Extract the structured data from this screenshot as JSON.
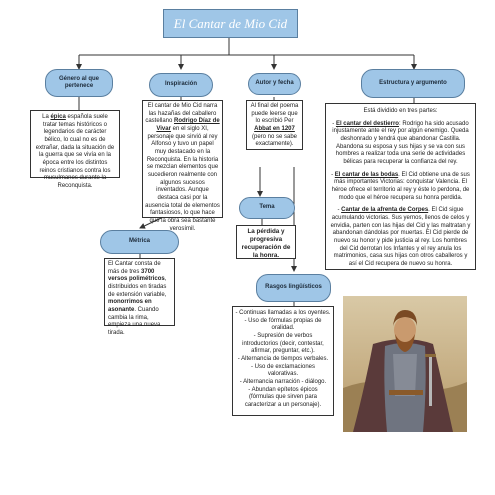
{
  "title": "El Cantar de Mio Cid",
  "nodes": {
    "genero": "Género al que pertenece",
    "inspiracion": "Inspiración",
    "autor": "Autor y  fecha",
    "estructura": "Estructura y argumento",
    "tema": "Tema",
    "metrica": "Métrica",
    "rasgos": "Rasgos lingüísticos"
  },
  "genero_text": {
    "pre": "La ",
    "bold": "épica",
    "post": " española suele tratar temas históricos o legendarios de carácter bélico, lo cual no es de extrañar, dada la situación de la guerra que se vivía en la época entre los distintos reinos cristianos contra los musulmanes durante la Reconquista."
  },
  "inspiracion_text": {
    "pre": "El cantar de Mio Cid narra las hazañas del caballero castellano ",
    "bold": "Rodrigo Díaz de Vivar",
    "post": " en el siglo XI, personaje que sirvió al rey Alfonso y tuvo un papel muy destacado en la Reconquista. En la historia se mezclan elementos que sucedieron realmente con algunos sucesos inventados. Aunque destaca casi por la ausencia total de elementos fantasiosos, lo que hace que la obra sea bastante verosímil."
  },
  "autor_text": {
    "pre": "Al final del poema puede leerse que lo escribió Per ",
    "bold": "Abbat en 1207",
    "post": " (pero no se sabe exactamente)."
  },
  "estructura_text": {
    "intro": "Está dividido en tres partes:",
    "parts": [
      {
        "lead": "- ",
        "title": "El cantar del destierro",
        "body": ": Rodrigo ha sido acusado injustamente ante el rey por algún enemigo. Queda deshonrado y tendrá que abandonar Castilla. Abandona su esposa y sus hijas y se va con sus hombres a realizar toda una serie de actividades bélicas para recuperar la confianza del rey."
      },
      {
        "lead": "- ",
        "title": "El cantar de las bodas",
        "body": ". El Cid obtiene una de sus más importantes Victorias: conquistar Valencia.  El héroe ofrece el territorio al rey y éste lo perdona, de modo que el héroe recupera su honra perdida."
      },
      {
        "lead": "- ",
        "title": "Cantar de la afrenta de Corpes",
        "body": ". El Cid sigue acumulando victorias. Sus yernos, llenos de celos  y envidia,  parten con las hijas del Cid y las maltratan y abandonan dándolas por muertas. El Cid pierde de nuevo su honor y pide justicia al rey. Los hombres del Cid derrotan los Infantes y el rey anula los matrimonios, casa sus hijas con otros caballeros y así el Cid recupera de nuevo su honra."
      }
    ]
  },
  "tema_text": "La pérdida y progresiva recuperación de la honra.",
  "metrica_text": {
    "pre": "El Cantar consta de más de tres ",
    "bold1": "3700 versos polimétricos",
    "mid": ", distribuidos en tiradas de extensión variable, ",
    "bold2": "monorrimos en asonante",
    "post": ". Cuando cambia la rima, empieza una nueva tirada."
  },
  "rasgos_text": [
    "- Continuas llamadas a los oyentes.",
    "- Uso de fórmulas propias de oralidad.",
    "- Supresión de verbos introductorios (decir, contestar, afirmar, preguntar, etc.).",
    "- Alternancia de tiempos verbales.",
    "- Uso de exclamaciones valorativas.",
    "- Alternancia narración - diálogo.",
    "- Abundan epítetos épicos (fórmulas que sirven para caracterizar a un personaje)."
  ],
  "colors": {
    "node_fill": "#9fc6e7",
    "node_border": "#5a7fa0"
  }
}
